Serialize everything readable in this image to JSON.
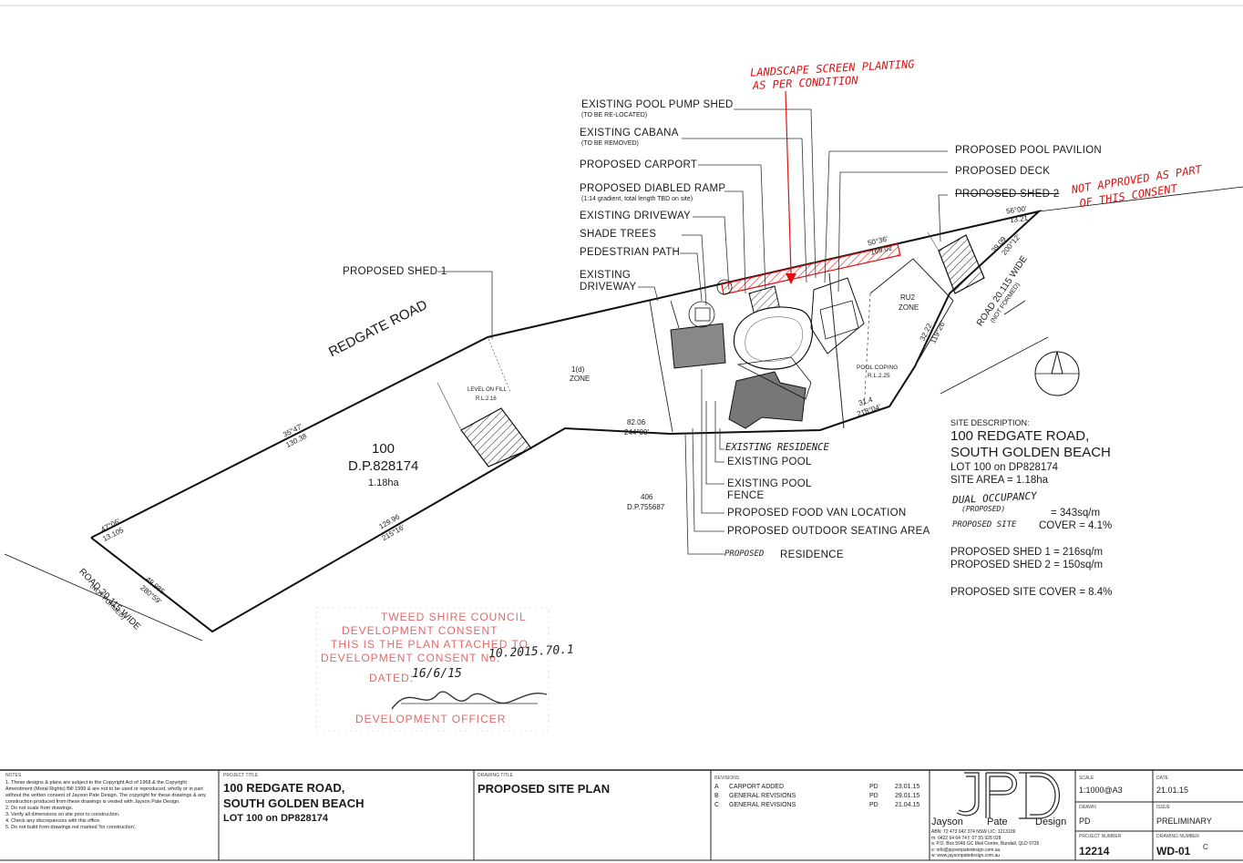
{
  "callouts": {
    "pump_shed": "EXISTING POOL PUMP SHED",
    "pump_shed_sub": "(TO BE RE-LOCATED)",
    "cabana": "EXISTING CABANA",
    "cabana_sub": "(TO BE REMOVED)",
    "carport": "PROPOSED CARPORT",
    "ramp": "PROPOSED DIABLED RAMP",
    "ramp_sub": "(1:14 gradient, total length TBD on site)",
    "driveway1": "EXISTING DRIVEWAY",
    "shade_trees": "SHADE TREES",
    "ped_path": "PEDESTRIAN PATH",
    "driveway2a": "EXISTING",
    "driveway2b": "DRIVEWAY",
    "shed1": "PROPOSED SHED 1",
    "pool_pavilion": "PROPOSED POOL PAVILION",
    "deck": "PROPOSED DECK",
    "shed2": "PROPOSED SHED 2",
    "existing_pool": "EXISTING POOL",
    "pool_fence_a": "EXISTING POOL",
    "pool_fence_b": "FENCE",
    "food_van": "PROPOSED FOOD VAN LOCATION",
    "seating": "PROPOSED OUTDOOR SEATING AREA",
    "residence_word": "RESIDENCE"
  },
  "handwritten": {
    "landscape1": "LANDSCAPE SCREEN PLANTING",
    "landscape2": "AS PER CONDITION",
    "not_approved1": "NOT APPROVED AS PART",
    "not_approved2": "OF THIS CONSENT",
    "existing_residence": "EXISTING RESIDENCE",
    "proposed": "PROPOSED",
    "dual_occupancy": "DUAL OCCUPANCY",
    "dual_proposed": "(PROPOSED)",
    "proposed_site": "PROPOSED SITE",
    "consent_no": "10.2015.70.1",
    "dated": "16/6/15"
  },
  "plan": {
    "road_name": "REDGATE ROAD",
    "lot": "100",
    "dp": "D.P.828174",
    "area": "1.18ha",
    "zone_1d": "1(d)",
    "zone_word": "ZONE",
    "rj2a": "RU2",
    "rj2b": "ZONE",
    "pool_coping": "POOL COPING",
    "pool_rl": "R.L.2.25",
    "level_on_fill": "LEVEL ON FILL",
    "level_rl": "R.L.2.16",
    "lot_406": "406",
    "dp_406": "D.P.755687",
    "road_sw_a": "ROAD 20.115 WIDE",
    "road_sw_b": "(NOT FORMED)",
    "road_ne_a": "ROAD 20.115 WIDE",
    "road_ne_b": "(NOT FORMED)",
    "b1a": "35°47'",
    "b1b": "130.38",
    "b2a": "47°06'",
    "b2b": "13.105",
    "b3a": "129.96",
    "b3b": "215°16'",
    "b4a": "49.985",
    "b4b": "280°59'",
    "b5a": "82.06",
    "b5b": "244°00'",
    "b6a": "31.4",
    "b6b": "218°04'",
    "b7a": "32.22",
    "b7b": "119°26'",
    "b8a": "39.09",
    "b8b": "200°12'",
    "b9a": "56°00'",
    "b9b": "13.21",
    "b10a": "50°36'",
    "b10b": "169.02"
  },
  "site_description": {
    "heading": "SITE DESCRIPTION:",
    "line1": "100 REDGATE ROAD,",
    "line2": "SOUTH GOLDEN BEACH",
    "line3": "LOT 100 on DP828174",
    "line4": "SITE AREA = 1.18ha",
    "dual_value": "= 343sq/m",
    "cover_text": "COVER = 4.1%",
    "shed1": "PROPOSED SHED 1 = 216sq/m",
    "shed2": "PROPOSED SHED 2 = 150sq/m",
    "site_cover": "PROPOSED SITE COVER = 8.4%"
  },
  "stamp": {
    "line1": "TWEED SHIRE COUNCIL",
    "line2": "DEVELOPMENT CONSENT",
    "line3": "THIS IS THE PLAN ATTACHED TO",
    "line4": "DEVELOPMENT CONSENT No.",
    "line5": "DATED:",
    "line6": "DEVELOPMENT OFFICER"
  },
  "title_block": {
    "notes_head": "NOTES",
    "notes": [
      "1. These designs & plans are subject to the Copyright Act of 1968 & the Copyright Amendment (Moral Rights) Bill 1999 & are not to be used or reproduced, wholly or in part without the written consent of Jayson Pate Design. The copyright for these drawings & any construction produced from these drawings is vested with Jayson Pate Design.",
      "2. Do not scale from drawings.",
      "3. Verify all dimensions on site prior to construction.",
      "4. Check any discrepancies with this office.",
      "5. Do not build from drawings not marked 'for construction'."
    ],
    "project_head": "PROJECT TITLE",
    "project1": "100 REDGATE ROAD,",
    "project2": "SOUTH GOLDEN BEACH",
    "project3": "LOT 100 on DP828174",
    "drawing_head": "DRAWING TITLE",
    "drawing_title": "PROPOSED SITE PLAN",
    "revisions_head": "REVISIONS",
    "revisions": [
      {
        "rev": "A",
        "desc": "CARPORT ADDED",
        "by": "PD",
        "date": "23.01.15"
      },
      {
        "rev": "B",
        "desc": "GENERAL REVISIONS",
        "by": "PD",
        "date": "29.01.15"
      },
      {
        "rev": "C",
        "desc": "GENERAL REVISIONS",
        "by": "PD",
        "date": "21.04.15"
      }
    ],
    "logo_letters": "JPD",
    "firm_a": "Jayson",
    "firm_b": "Pate",
    "firm_c": "Design",
    "contact1": "ABN: 72 473 042 374  NSW LIC: 1213109",
    "contact2": "m: 0422 64 64 74   f: 07 55 928 028",
    "contact3": "a: P.O. Box 5049 GC Mail Centre, Bundall, QLD 9726",
    "contact4": "e: info@jaysonpatedesign.com.au",
    "contact5": "w: www.jaysonpatedesign.com.au",
    "scale_head": "SCALE",
    "scale": "1:1000@A3",
    "date_head": "DATE",
    "date": "21.01.15",
    "drawn_head": "DRAWN",
    "drawn": "PD",
    "issue_head": "ISSUE",
    "issue": "PRELIMINARY",
    "project_no_head": "PROJECT NUMBER",
    "project_no": "12214",
    "drawing_no_head": "DRAWING NUMBER",
    "drawing_no": "WD-01",
    "drawing_rev": "C"
  }
}
